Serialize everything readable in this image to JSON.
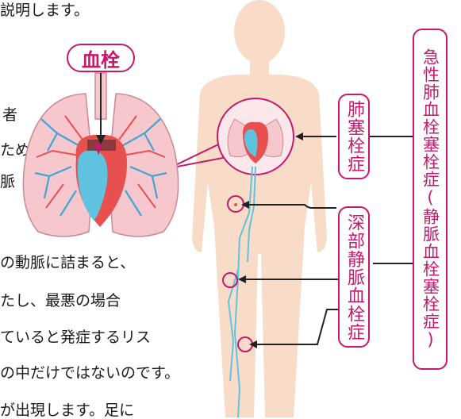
{
  "badge": {
    "clot": "血栓"
  },
  "labels": {
    "acute_pe": "急性肺血栓塞栓症(静脈血栓塞栓症)",
    "pe": "肺塞栓症",
    "dvt": "深部静脈血栓症"
  },
  "text_fragments": {
    "line1": "説明します。",
    "line2a": "者",
    "line2b": "ため",
    "line2c": "脈",
    "line3": "の動脈に詰まると、",
    "line4": "たし、最悪の場合",
    "line5": "ていると発症するリス",
    "line6": "の中だけではないのです。",
    "line7": "が出現します。足に"
  },
  "colors": {
    "accent": "#c8176c",
    "skin": "#f9dcc7",
    "lung": "#f6c7cd",
    "vein": "#5fc3e0",
    "artery": "#e84f4f"
  }
}
